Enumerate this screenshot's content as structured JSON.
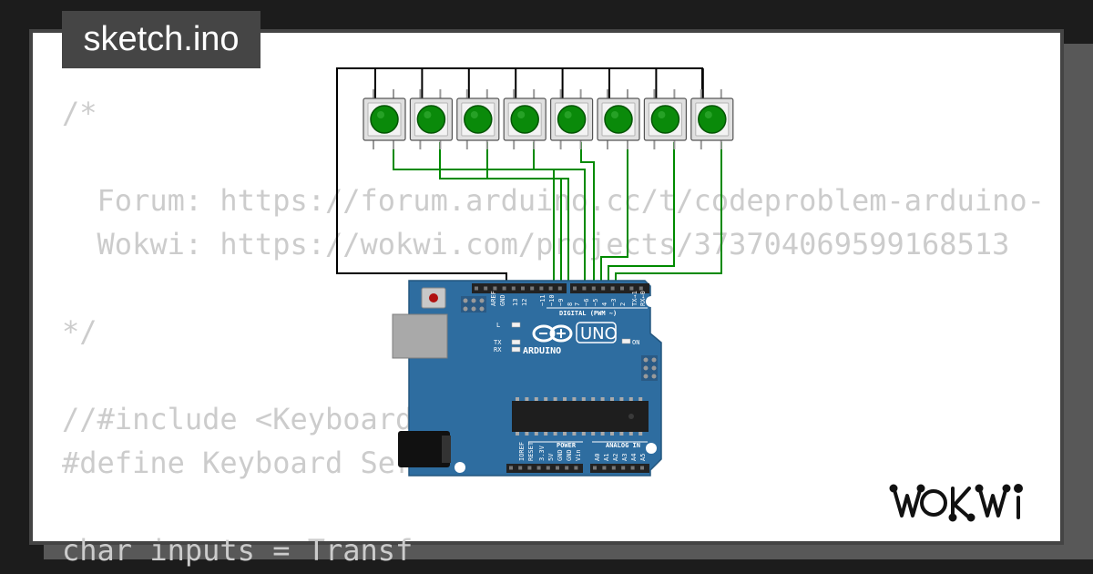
{
  "file_tab": {
    "label": "sketch.ino"
  },
  "code_lines": [
    "/*",
    "",
    "  Forum: https://forum.arduino.cc/t/codeproblem-arduino-",
    "  Wokwi: https://wokwi.com/projects/373704069599168513",
    "",
    "*/",
    "",
    "//#include <Keyboard.h>",
    "#define Keyboard Serial",
    "",
    "char inputs = Transf"
  ],
  "buttons": {
    "count": 8,
    "color": "#0a8a0a"
  },
  "board": {
    "logo_text": "ARDUINO",
    "model": "UNO",
    "digital_header": "DIGITAL (PWM ~)",
    "power_header": "POWER",
    "analog_header": "ANALOG IN",
    "digital_pins": [
      "AREF",
      "GND",
      "13",
      "12",
      "~11",
      "~10",
      "~9",
      "8",
      "7",
      "~6",
      "~5",
      "4",
      "~3",
      "2",
      "TX→1",
      "RX←0"
    ],
    "power_pins": [
      "IOREF",
      "RESET",
      "3.3V",
      "5V",
      "GND",
      "GND",
      "Vin"
    ],
    "analog_pins": [
      "A0",
      "A1",
      "A2",
      "A3",
      "A4",
      "A5"
    ],
    "led_labels": [
      "L",
      "TX",
      "RX",
      "ON"
    ],
    "color": "#2e6da0"
  },
  "brand": {
    "name": "WOKWI"
  },
  "colors": {
    "wire_signal": "#008a00",
    "wire_ground": "#000000",
    "code_text": "#cccccc"
  }
}
